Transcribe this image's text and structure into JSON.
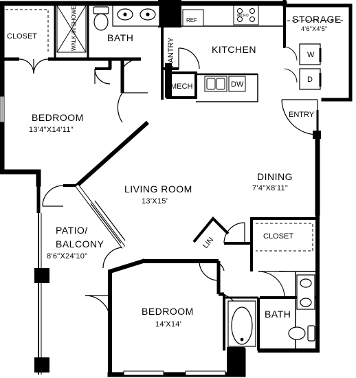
{
  "rooms": {
    "bedroom1": {
      "name": "BEDROOM",
      "dim": "13'4\"X14'11\""
    },
    "living": {
      "name": "LIVING ROOM",
      "dim": "13'X15'"
    },
    "dining": {
      "name": "DINING",
      "dim": "7'4\"X8'11\""
    },
    "patio": {
      "line1": "PATIO/",
      "line2": "BALCONY",
      "dim": "8'6\"X24'10\""
    },
    "bedroom2": {
      "name": "BEDROOM",
      "dim": "14'X14'"
    },
    "kitchen": {
      "name": "KITCHEN"
    },
    "storage": {
      "name": "STORAGE",
      "dim": "4'6\"X4'5\""
    },
    "bath_top": {
      "name": "BATH"
    },
    "bath_bottom": {
      "name": "BATH"
    },
    "closet_top": {
      "name": "CLOSET"
    },
    "closet_mid": {
      "name": "CLOSET"
    },
    "walkin_shower": {
      "name": "WALK-IN SHOWER"
    },
    "pantry": {
      "name": "PANTRY"
    },
    "mech": {
      "name": "MECH"
    },
    "entry": {
      "name": "ENTRY"
    },
    "linen": {
      "name": "LIN"
    }
  },
  "fixtures": {
    "ref": "REF",
    "dw": "DW",
    "washer": "W",
    "dryer": "D",
    "micro": "MICRO"
  }
}
